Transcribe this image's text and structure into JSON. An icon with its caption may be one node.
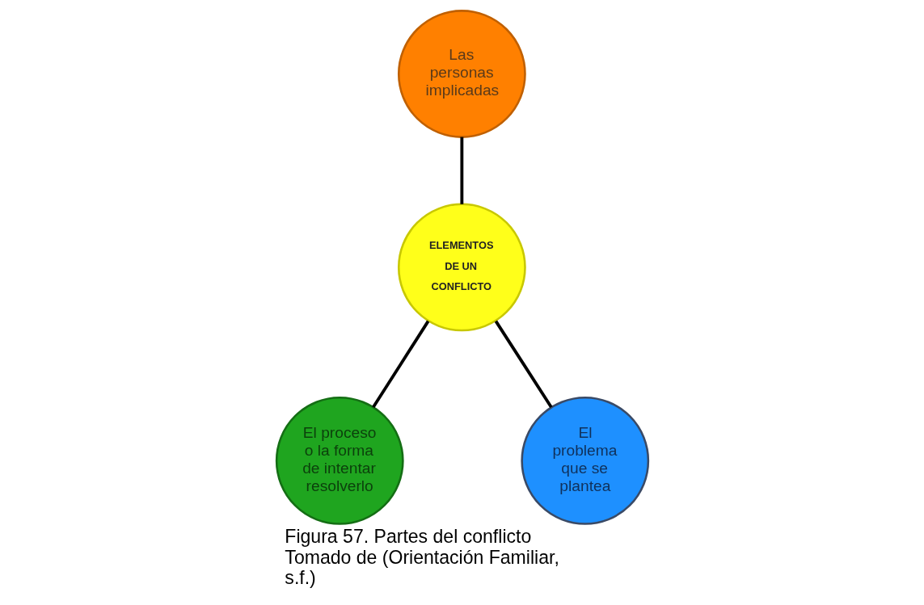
{
  "diagram": {
    "caption": "Figura 57. Partes del conflicto Tomado de (Orientación Familiar, s.f.)",
    "nodes": [
      {
        "text": [
          "Las personas implicadas"
        ]
      },
      {
        "text": [
          "ELEMENTOS DE UN CONFLICTO"
        ]
      },
      {
        "text": [
          "El proceso o la forma de intentar resolverlo"
        ]
      },
      {
        "text": [
          "El problema que se plantea"
        ]
      }
    ],
    "edges": [
      {
        "from": 0,
        "to": 1,
        "arrow": "none"
      },
      {
        "from": 2,
        "to": 1,
        "arrow": "none"
      },
      {
        "from": 1,
        "to": 3,
        "arrow": "none"
      }
    ]
  }
}
